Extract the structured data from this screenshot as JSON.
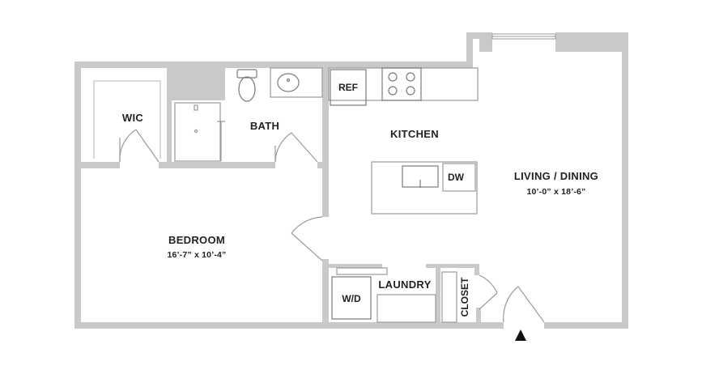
{
  "floorplan": {
    "rooms": {
      "wic": {
        "label": "WIC"
      },
      "bath": {
        "label": "BATH"
      },
      "kitchen": {
        "label": "KITCHEN"
      },
      "living": {
        "label": "LIVING / DINING",
        "dimensions": "10’-0” x 18’-6”"
      },
      "bedroom": {
        "label": "BEDROOM",
        "dimensions": "16’-7” x 10’-4”"
      },
      "laundry": {
        "label": "LAUNDRY"
      },
      "closet": {
        "label": "CLOSET"
      }
    },
    "fixtures": {
      "refrigerator": "REF",
      "dishwasher": "DW",
      "washer_dryer": "W/D"
    },
    "icons": [
      "entry-arrow-icon",
      "toilet-icon",
      "sink-icon",
      "cooktop-icon",
      "door-swing-icon"
    ],
    "colors": {
      "wall": "#c9c9c9",
      "fixture_line": "#9a9a9a",
      "text": "#222222",
      "entry_arrow": "#111111"
    }
  }
}
